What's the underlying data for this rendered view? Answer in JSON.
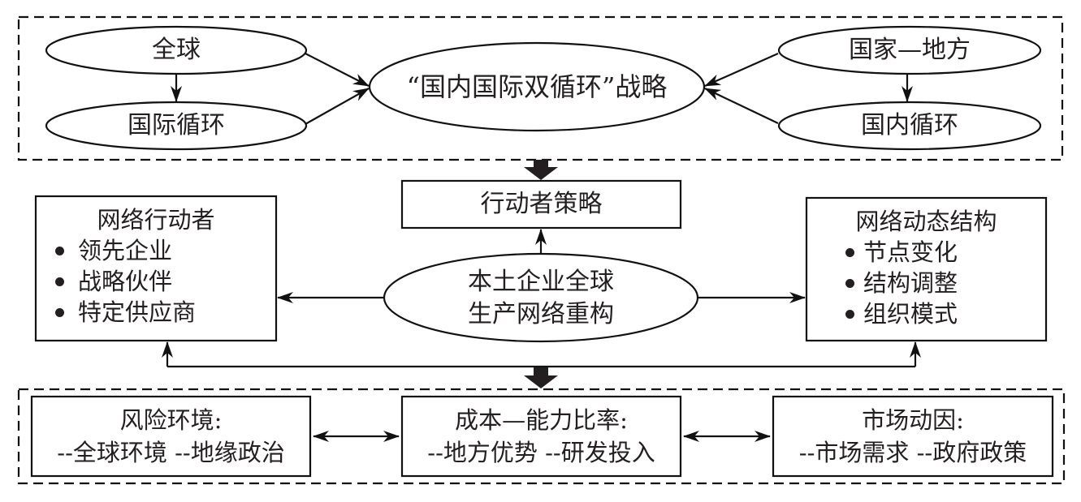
{
  "figure": {
    "top_group": {
      "left_top": "全球",
      "left_bottom": "国际循环",
      "center": "“国内国际双循环”战略",
      "right_top": "国家—地方",
      "right_bottom": "国内循环"
    },
    "actor_strategy": "行动者策略",
    "core": {
      "line1": "本土企业全球",
      "line2": "生产网络重构"
    },
    "network_actors": {
      "title": "网络行动者",
      "items": [
        "领先企业",
        "战略伙伴",
        "特定供应商"
      ]
    },
    "network_structure": {
      "title": "网络动态结构",
      "items": [
        "节点变化",
        "结构调整",
        "组织模式"
      ]
    },
    "factors": [
      {
        "title": "风险环境:",
        "detail": "--全球环境 --地缘政治"
      },
      {
        "title": "成本—能力比率:",
        "detail": "--地方优势 --研发投入"
      },
      {
        "title": "市场动因:",
        "detail": "--市场需求 --政府政策"
      }
    ]
  }
}
